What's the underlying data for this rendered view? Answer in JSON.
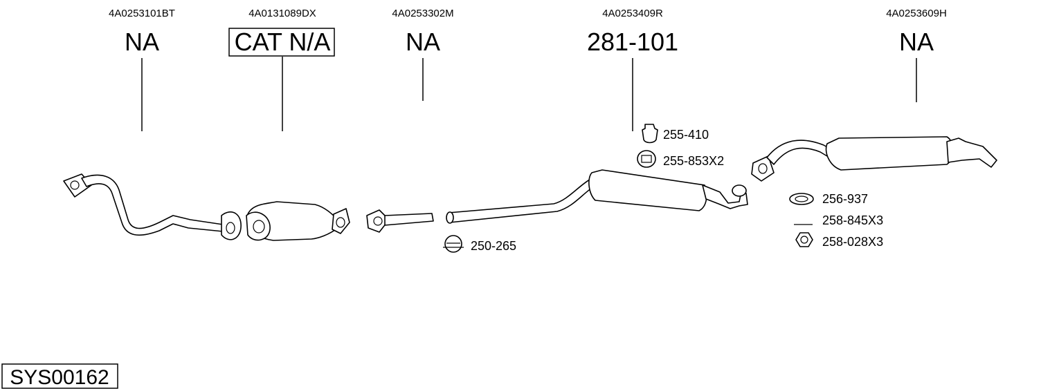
{
  "parts": [
    {
      "code": "4A0253101BT",
      "ref": "NA",
      "boxed": false
    },
    {
      "code": "4A0131089DX",
      "ref": "CAT N/A",
      "boxed": true
    },
    {
      "code": "4A0253302M",
      "ref": "NA",
      "boxed": false
    },
    {
      "code": "4A0253409R",
      "ref": "281-101",
      "boxed": false
    },
    {
      "code": "4A0253609H",
      "ref": "NA",
      "boxed": false
    }
  ],
  "accessories": [
    {
      "ref": "255-410",
      "icon": "rubber-mount-icon"
    },
    {
      "ref": "255-853X2",
      "icon": "hanger-ring-icon"
    },
    {
      "ref": "250-265",
      "icon": "clamp-icon"
    },
    {
      "ref": "256-937",
      "icon": "gasket-icon"
    },
    {
      "ref": "258-845X3",
      "icon": "bolt-icon"
    },
    {
      "ref": "258-028X3",
      "icon": "nut-icon"
    }
  ],
  "system_id": "SYS00162"
}
